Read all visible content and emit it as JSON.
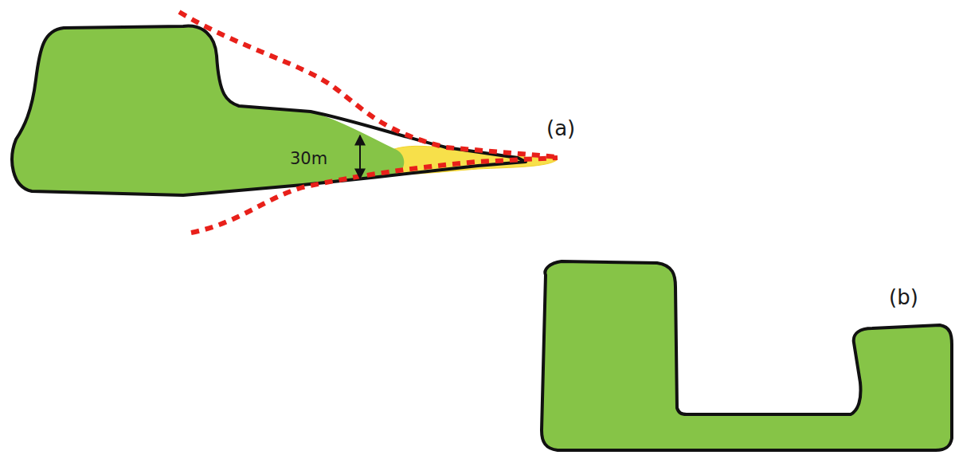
{
  "diagram": {
    "labels": [
      "(a)",
      "30m",
      "(b)"
    ]
  }
}
